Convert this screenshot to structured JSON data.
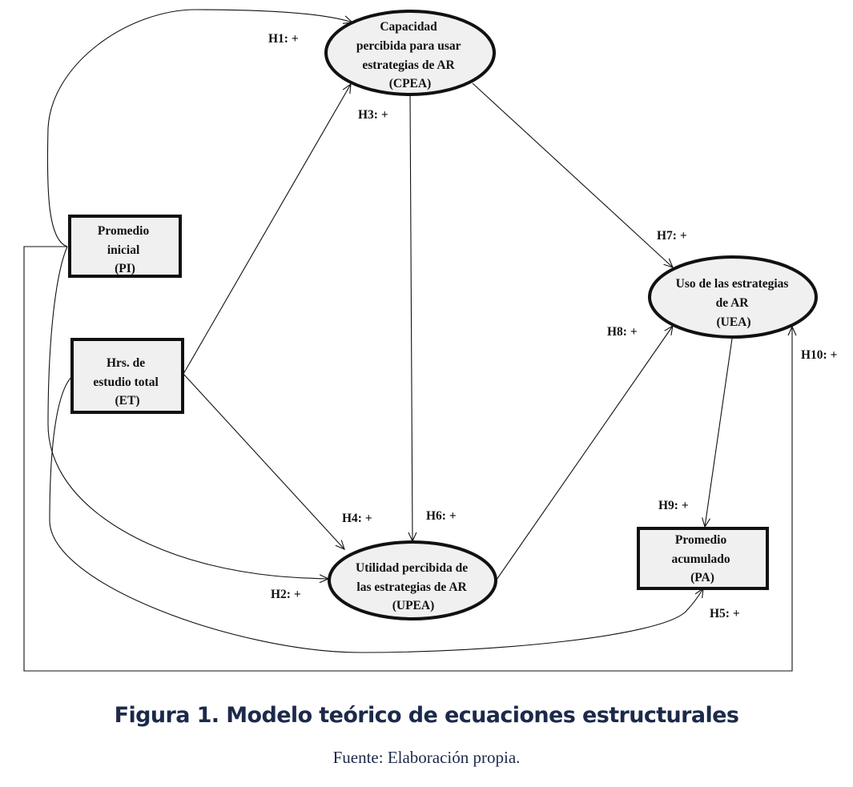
{
  "nodes": {
    "cpea": {
      "shape": "ellipse",
      "lines": [
        "Capacidad",
        "percibida  para usar",
        "estrategias de AR",
        "(CPEA)"
      ]
    },
    "pi": {
      "shape": "rect",
      "lines": [
        "Promedio",
        "inicial",
        "(PI)"
      ]
    },
    "et": {
      "shape": "rect",
      "lines": [
        "Hrs. de",
        "estudio total",
        "(ET)"
      ]
    },
    "uea": {
      "shape": "ellipse",
      "lines": [
        "Uso de las estrategias",
        "de AR",
        "(UEA)"
      ]
    },
    "upea": {
      "shape": "ellipse",
      "lines": [
        "Utilidad  percibida  de",
        "las estrategias de AR",
        "(UPEA)"
      ]
    },
    "pa": {
      "shape": "rect",
      "lines": [
        "Promedio",
        "acumulado",
        "(PA)"
      ]
    }
  },
  "hypotheses": [
    {
      "id": "H1",
      "label": "H1: +",
      "from": "PI",
      "to": "CPEA"
    },
    {
      "id": "H2",
      "label": "H2: +",
      "from": "PI",
      "to": "UPEA"
    },
    {
      "id": "H3",
      "label": "H3: +",
      "from": "ET",
      "to": "CPEA"
    },
    {
      "id": "H4",
      "label": "H4: +",
      "from": "ET",
      "to": "UPEA"
    },
    {
      "id": "H5",
      "label": "H5: +",
      "from": "ET",
      "to": "PA"
    },
    {
      "id": "H6",
      "label": "H6: +",
      "from": "CPEA",
      "to": "UPEA"
    },
    {
      "id": "H7",
      "label": "H7: +",
      "from": "CPEA",
      "to": "UEA"
    },
    {
      "id": "H8",
      "label": "H8: +",
      "from": "UPEA",
      "to": "UEA"
    },
    {
      "id": "H9",
      "label": "H9: +",
      "from": "UEA",
      "to": "PA"
    },
    {
      "id": "H10",
      "label": "H10: +",
      "from": "PI",
      "to": "UEA"
    }
  ],
  "colors": {
    "node_fill": "#f0f0f0",
    "stroke": "#111111",
    "caption": "#1c2a4a"
  },
  "caption": {
    "title": "Figura 1. Modelo teórico de ecuaciones estructurales",
    "source": "Fuente: Elaboración propia."
  }
}
